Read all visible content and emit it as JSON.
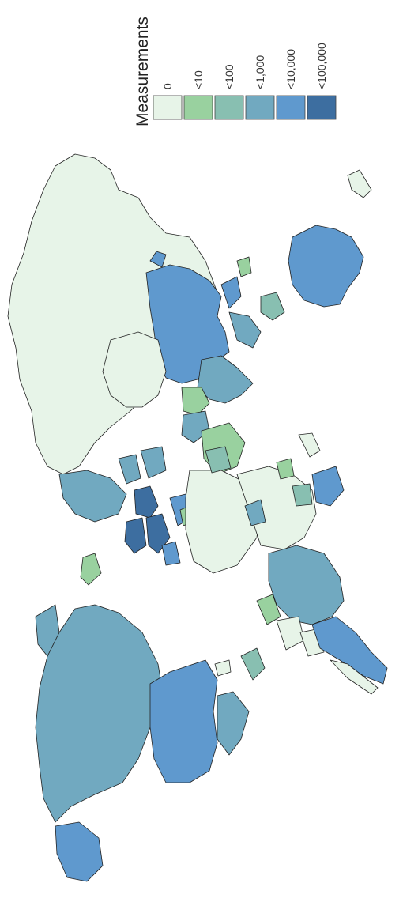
{
  "legend": {
    "title": "Measurements",
    "classes": [
      {
        "label": "0",
        "color": "#e7f4e8"
      },
      {
        "label": "<10",
        "color": "#99d19f"
      },
      {
        "label": "<100",
        "color": "#88bfb1"
      },
      {
        "label": "<1,000",
        "color": "#71a9c0"
      },
      {
        "label": "<10,000",
        "color": "#5f99ce"
      },
      {
        "label": "<100,000",
        "color": "#3d6ea0"
      }
    ]
  },
  "orientation": "rotated-90-clockwise"
}
